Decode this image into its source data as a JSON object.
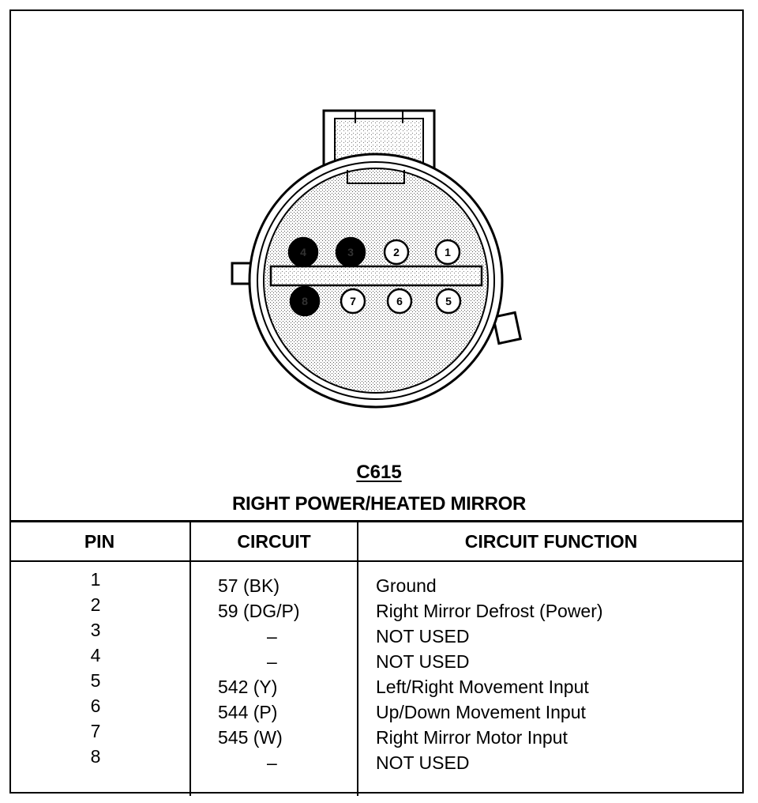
{
  "connector": {
    "id": "C615",
    "title": "RIGHT POWER/HEATED MIRROR",
    "cavities": [
      {
        "label": "4",
        "filled": true
      },
      {
        "label": "3",
        "filled": true
      },
      {
        "label": "2",
        "filled": false
      },
      {
        "label": "1",
        "filled": false
      },
      {
        "label": "8",
        "filled": true
      },
      {
        "label": "7",
        "filled": false
      },
      {
        "label": "6",
        "filled": false
      },
      {
        "label": "5",
        "filled": false
      }
    ]
  },
  "table": {
    "headers": [
      "PIN",
      "CIRCUIT",
      "CIRCUIT FUNCTION"
    ],
    "rows": [
      {
        "pin": "1",
        "circuit": "57 (BK)",
        "function": "Ground"
      },
      {
        "pin": "2",
        "circuit": "59 (DG/P)",
        "function": "Right Mirror Defrost (Power)"
      },
      {
        "pin": "3",
        "circuit": "–",
        "function": "NOT USED"
      },
      {
        "pin": "4",
        "circuit": "–",
        "function": "NOT USED"
      },
      {
        "pin": "5",
        "circuit": "542 (Y)",
        "function": "Left/Right Movement Input"
      },
      {
        "pin": "6",
        "circuit": "544 (P)",
        "function": "Up/Down Movement Input"
      },
      {
        "pin": "7",
        "circuit": "545 (W)",
        "function": "Right Mirror Motor Input"
      },
      {
        "pin": "8",
        "circuit": "–",
        "function": "NOT USED"
      }
    ]
  }
}
